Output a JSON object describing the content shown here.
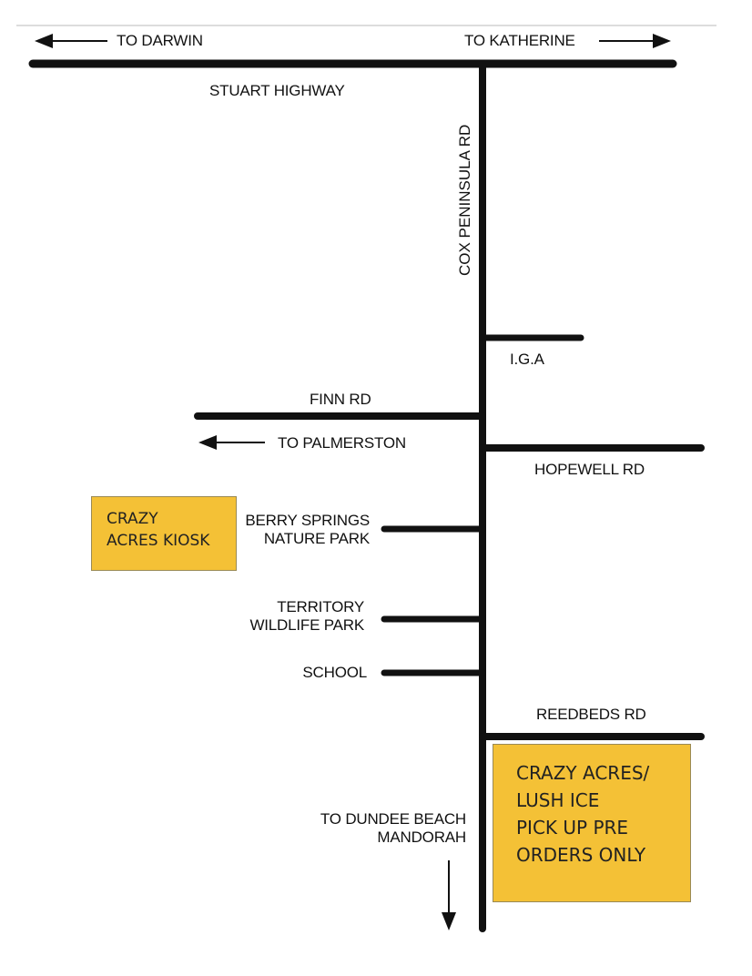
{
  "colors": {
    "road": "#111111",
    "box_fill": "#f4c136",
    "background": "#ffffff"
  },
  "highway": {
    "name": "STUART HIGHWAY",
    "to_west": "TO DARWIN",
    "to_east": "TO KATHERINE"
  },
  "main_road": {
    "name": "COX PENINSULA RD",
    "south_destination_line1": "TO DUNDEE BEACH",
    "south_destination_line2": "MANDORAH"
  },
  "side_roads": {
    "iga": "I.G.A",
    "finn": "FINN RD",
    "to_palmerston": "TO PALMERSTON",
    "hopewell": "HOPEWELL RD",
    "berry_springs_line1": "BERRY SPRINGS",
    "berry_springs_line2": "NATURE PARK",
    "territory_line1": "TERRITORY",
    "territory_line2": "WILDLIFE PARK",
    "school": "SCHOOL",
    "reedbeds": "REEDBEDS RD"
  },
  "kiosk_box": {
    "line1": "CRAZY",
    "line2": "ACRES KIOSK"
  },
  "pickup_box": {
    "line1": "CRAZY ACRES/",
    "line2": "LUSH ICE",
    "line3": "PICK UP PRE",
    "line4": "ORDERS ONLY"
  }
}
